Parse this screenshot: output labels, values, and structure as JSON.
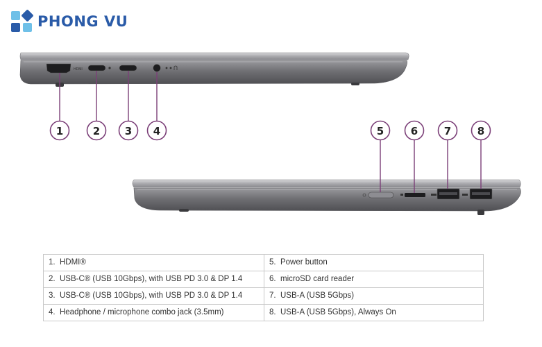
{
  "brand": {
    "name": "PHONG VU"
  },
  "port_labels": {
    "hdmi": "HDMI"
  },
  "callouts": [
    "1",
    "2",
    "3",
    "4",
    "5",
    "6",
    "7",
    "8"
  ],
  "legend": {
    "left": [
      {
        "num": "1.",
        "text": "HDMI®"
      },
      {
        "num": "2.",
        "text": "USB-C® (USB 10Gbps), with USB PD 3.0 & DP 1.4"
      },
      {
        "num": "3.",
        "text": "USB-C® (USB 10Gbps), with USB PD 3.0 & DP 1.4"
      },
      {
        "num": "4.",
        "text": "Headphone / microphone combo jack (3.5mm)"
      }
    ],
    "right": [
      {
        "num": "5.",
        "text": "Power button"
      },
      {
        "num": "6.",
        "text": "microSD card reader"
      },
      {
        "num": "7.",
        "text": "USB-A (USB 5Gbps)"
      },
      {
        "num": "8.",
        "text": "USB-A (USB 5Gbps), Always On"
      }
    ]
  },
  "colors": {
    "brand_blue": "#2a5ba8",
    "brand_light_blue": "#6fc0e8",
    "callout_purple": "#7b3f78",
    "laptop_gray": "#6b6b6f"
  }
}
